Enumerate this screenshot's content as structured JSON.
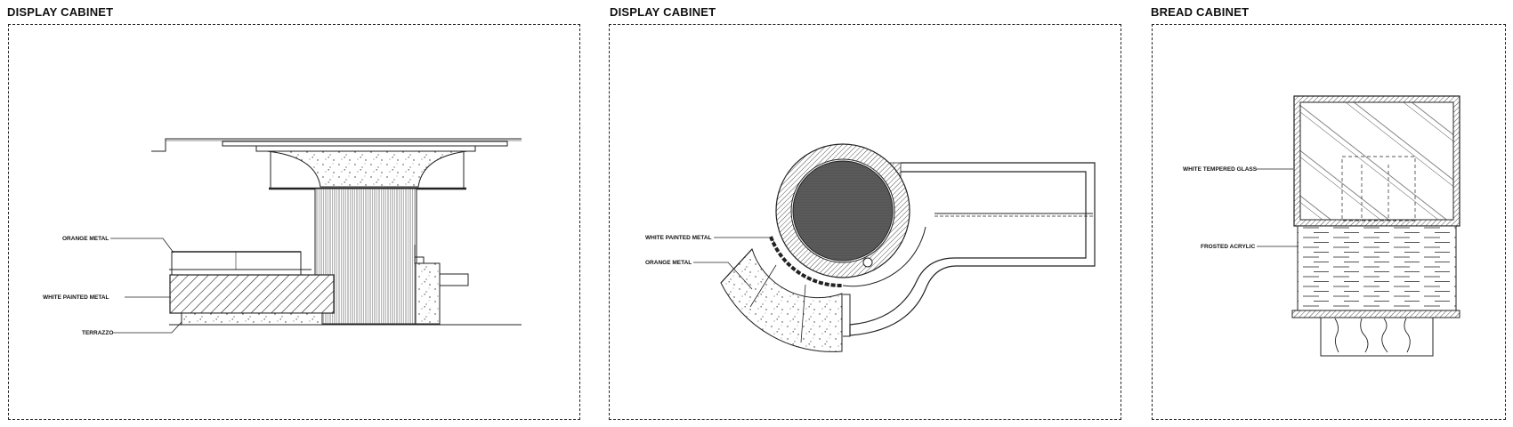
{
  "panels": [
    {
      "title": "DISPLAY CABINET",
      "labels": {
        "orange_metal": "ORANGE METAL",
        "white_painted_metal": "WHITE PAINTED METAL",
        "terrazzo": "TERRAZZO"
      }
    },
    {
      "title": "DISPLAY CABINET",
      "labels": {
        "white_painted_metal": "WHITE PAINTED METAL",
        "orange_metal": "ORANGE METAL"
      }
    },
    {
      "title": "BREAD CABINET",
      "labels": {
        "white_tempered_glass": "WHITE TEMPERED GLASS",
        "frosted_acrylic": "FROSTED ACRYLIC"
      }
    }
  ]
}
